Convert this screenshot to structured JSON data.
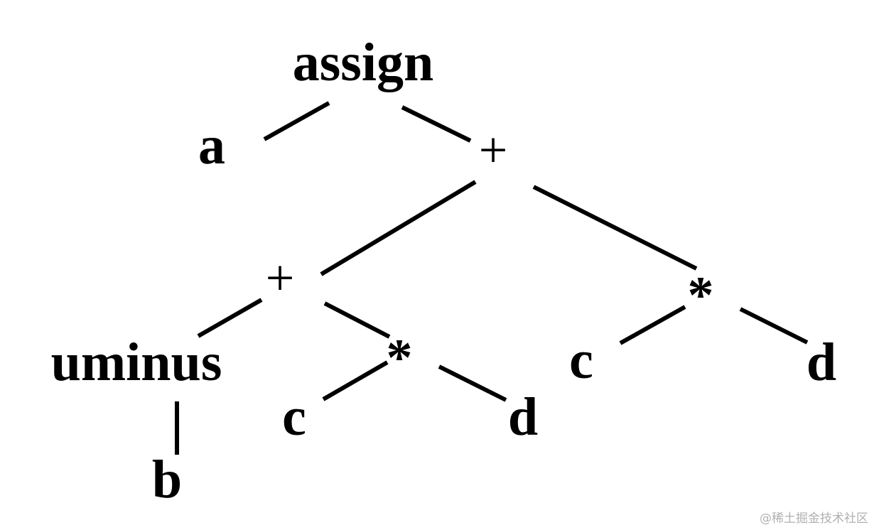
{
  "tree": {
    "nodes": {
      "assign": "assign",
      "a": "a",
      "plus_top": "+",
      "plus_left": "+",
      "star_right": "*",
      "uminus": "uminus",
      "star_left": "*",
      "b": "b",
      "c_left": "c",
      "d_left": "d",
      "c_right": "c",
      "d_right": "d"
    },
    "edges": [
      [
        "assign",
        "a"
      ],
      [
        "assign",
        "plus_top"
      ],
      [
        "plus_top",
        "plus_left"
      ],
      [
        "plus_top",
        "star_right"
      ],
      [
        "plus_left",
        "uminus"
      ],
      [
        "plus_left",
        "star_left"
      ],
      [
        "uminus",
        "b"
      ],
      [
        "star_left",
        "c_left"
      ],
      [
        "star_left",
        "d_left"
      ],
      [
        "star_right",
        "c_right"
      ],
      [
        "star_right",
        "d_right"
      ]
    ]
  },
  "watermark": "@稀土掘金技术社区"
}
